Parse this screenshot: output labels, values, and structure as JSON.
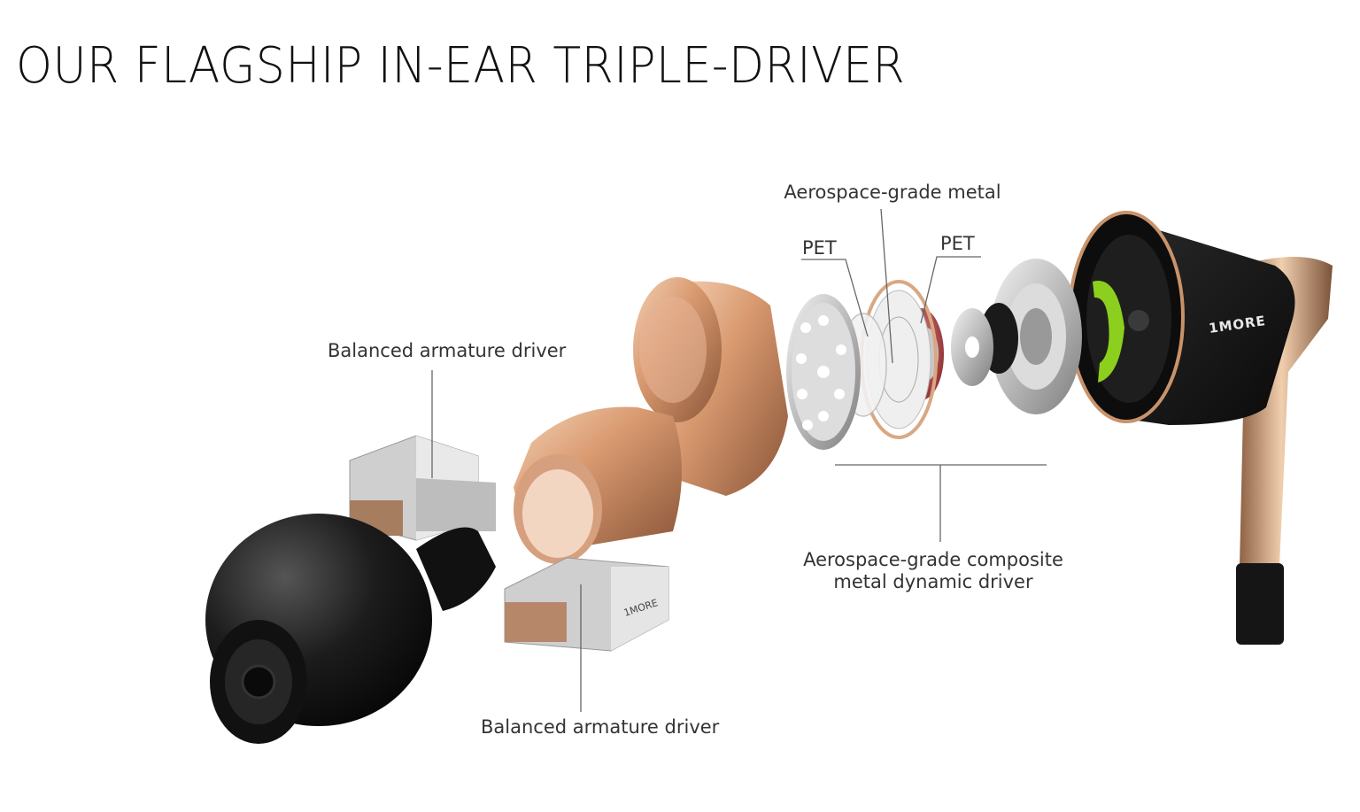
{
  "headline": "OUR FLAGSHIP IN-EAR TRIPLE-DRIVER",
  "labels": {
    "aerospace_metal": "Aerospace-grade metal",
    "pet_left": "PET",
    "pet_right": "PET",
    "ba_driver_top": "Balanced armature driver",
    "ba_driver_bottom": "Balanced armature driver",
    "dynamic_driver_line1": "Aerospace-grade composite",
    "dynamic_driver_line2": "metal dynamic driver"
  },
  "brand": "1MORE",
  "colors": {
    "background": "#ffffff",
    "text": "#333333",
    "gold": "#c9936a",
    "copper": "#d79a72",
    "black": "#141414",
    "green_ring": "#8ccf1e",
    "red_diaphragm": "#b4474a",
    "silver": "#c8c8c8"
  }
}
